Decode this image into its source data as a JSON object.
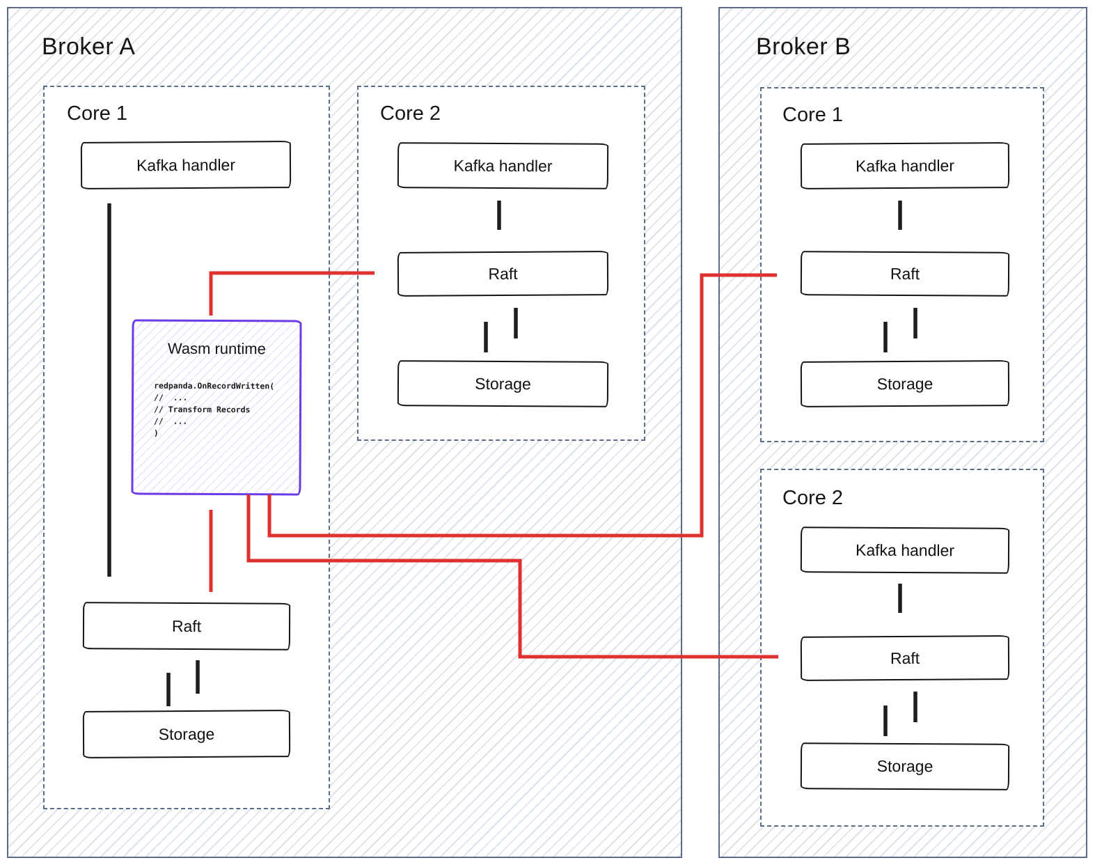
{
  "diagram": {
    "kind": "redpanda wasm data transform architecture sketch",
    "colors": {
      "container_border": "#5b6b88",
      "hatch_line": "#aebbd0",
      "box_border": "#141414",
      "wasm_border": "#6b3be8",
      "red_arrow": "#e03131",
      "black_arrow": "#1d1d1d"
    },
    "broker_a": {
      "title": "Broker A",
      "core1": {
        "label": "Core 1",
        "kafka": "Kafka handler",
        "raft": "Raft",
        "storage": "Storage",
        "wasm": {
          "title": "Wasm runtime",
          "code_lines": [
            "redpanda.OnRecordWritten(",
            "//  ...",
            "// Transform Records",
            "//  ...",
            ")"
          ]
        }
      },
      "core2": {
        "label": "Core 2",
        "kafka": "Kafka handler",
        "raft": "Raft",
        "storage": "Storage"
      }
    },
    "broker_b": {
      "title": "Broker B",
      "core1": {
        "label": "Core 1",
        "kafka": "Kafka handler",
        "raft": "Raft",
        "storage": "Storage"
      },
      "core2": {
        "label": "Core 2",
        "kafka": "Kafka handler",
        "raft": "Raft",
        "storage": "Storage"
      }
    }
  }
}
